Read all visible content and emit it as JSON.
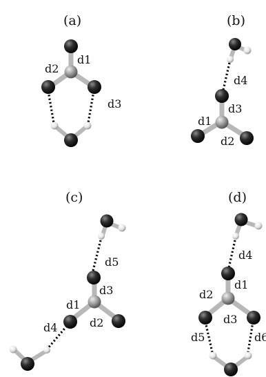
{
  "panels": {
    "a": {
      "label": "(a)",
      "bonds": [
        "d1",
        "d2",
        "d3"
      ]
    },
    "b": {
      "label": "(b)",
      "bonds": [
        "d4",
        "d3",
        "d1",
        "d2"
      ]
    },
    "c": {
      "label": "(c)",
      "bonds": [
        "d5",
        "d3",
        "d1",
        "d2",
        "d4"
      ]
    },
    "d": {
      "label": "(d)",
      "bonds": [
        "d4",
        "d1",
        "d2",
        "d3",
        "d5",
        "d6"
      ]
    }
  },
  "colors": {
    "oxygen": "#2a2a2a",
    "central_atom": "#9a9a9a",
    "hydrogen": "#f0f0f0",
    "bond": "#bdbdbd",
    "hbond": "#000000",
    "text": "#111111"
  }
}
